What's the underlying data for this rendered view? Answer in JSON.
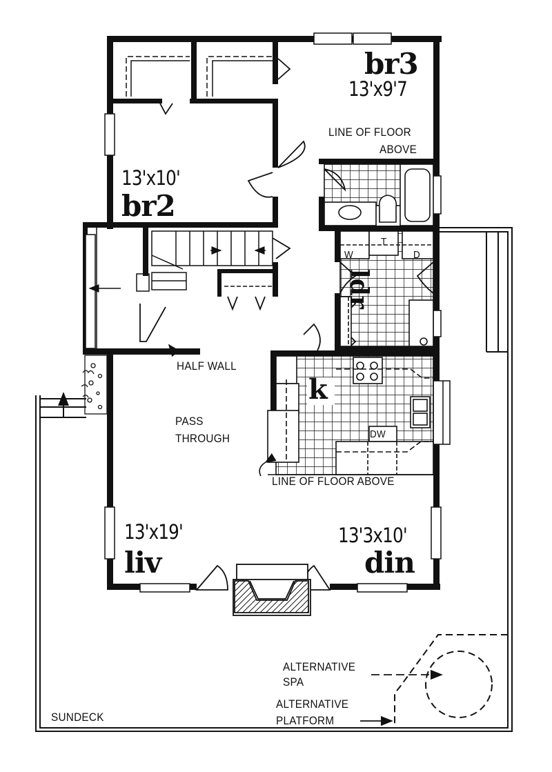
{
  "plan": {
    "rooms": [
      {
        "id": "br3",
        "label": "br3",
        "dimensions": "13'x9'7"
      },
      {
        "id": "br2",
        "label": "br2",
        "dimensions": "13'x10'"
      },
      {
        "id": "liv",
        "label": "liv",
        "dimensions": "13'x19'"
      },
      {
        "id": "din",
        "label": "din",
        "dimensions": "13'3x10'"
      },
      {
        "id": "k",
        "label": "k"
      },
      {
        "id": "ldr",
        "label": "ldr"
      }
    ],
    "fixtures": {
      "washer": "W",
      "tub_tray": "T",
      "dryer": "D",
      "dishwasher": "DW"
    },
    "notes": {
      "line_of_floor_above_br3_line1": "LINE OF FLOOR",
      "line_of_floor_above_br3_line2": "ABOVE",
      "half_wall": "HALF WALL",
      "pass_through_line1": "PASS",
      "pass_through_line2": "THROUGH",
      "line_of_floor_above_kitchen": "LINE OF FLOOR ABOVE",
      "alternative_spa_line1": "ALTERNATIVE",
      "alternative_spa_line2": "SPA",
      "alternative_platform_line1": "ALTERNATIVE",
      "alternative_platform_line2": "PLATFORM",
      "sundeck": "SUNDECK"
    },
    "colors": {
      "ink": "#111111",
      "paper": "#ffffff"
    }
  }
}
